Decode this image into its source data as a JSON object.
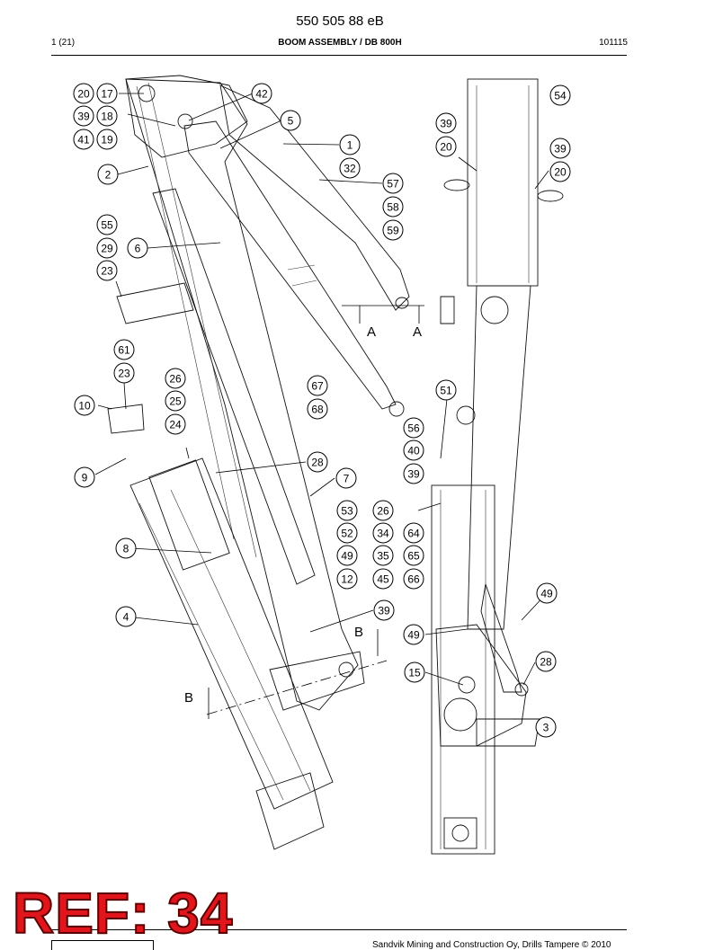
{
  "header": {
    "doc_number": "550 505 88 eB",
    "page": "1 (21)",
    "title": "BOOM ASSEMBLY / DB 800H",
    "date": "101115"
  },
  "footer": {
    "copyright": "Sandvik Mining and Construction Oy, Drills Tampere © 2010"
  },
  "overlay_ref": "REF: 34",
  "section_labels": [
    "A",
    "A",
    "B",
    "B"
  ],
  "balloons": [
    "20",
    "17",
    "42",
    "39",
    "18",
    "5",
    "41",
    "19",
    "1",
    "32",
    "2",
    "57",
    "58",
    "59",
    "55",
    "29",
    "6",
    "23",
    "54",
    "39",
    "20",
    "39",
    "20",
    "61",
    "23",
    "26",
    "25",
    "24",
    "10",
    "67",
    "68",
    "51",
    "56",
    "40",
    "9",
    "28",
    "39",
    "7",
    "53",
    "26",
    "52",
    "34",
    "64",
    "8",
    "49",
    "35",
    "65",
    "12",
    "45",
    "66",
    "4",
    "39",
    "49",
    "49",
    "28",
    "15",
    "3"
  ]
}
